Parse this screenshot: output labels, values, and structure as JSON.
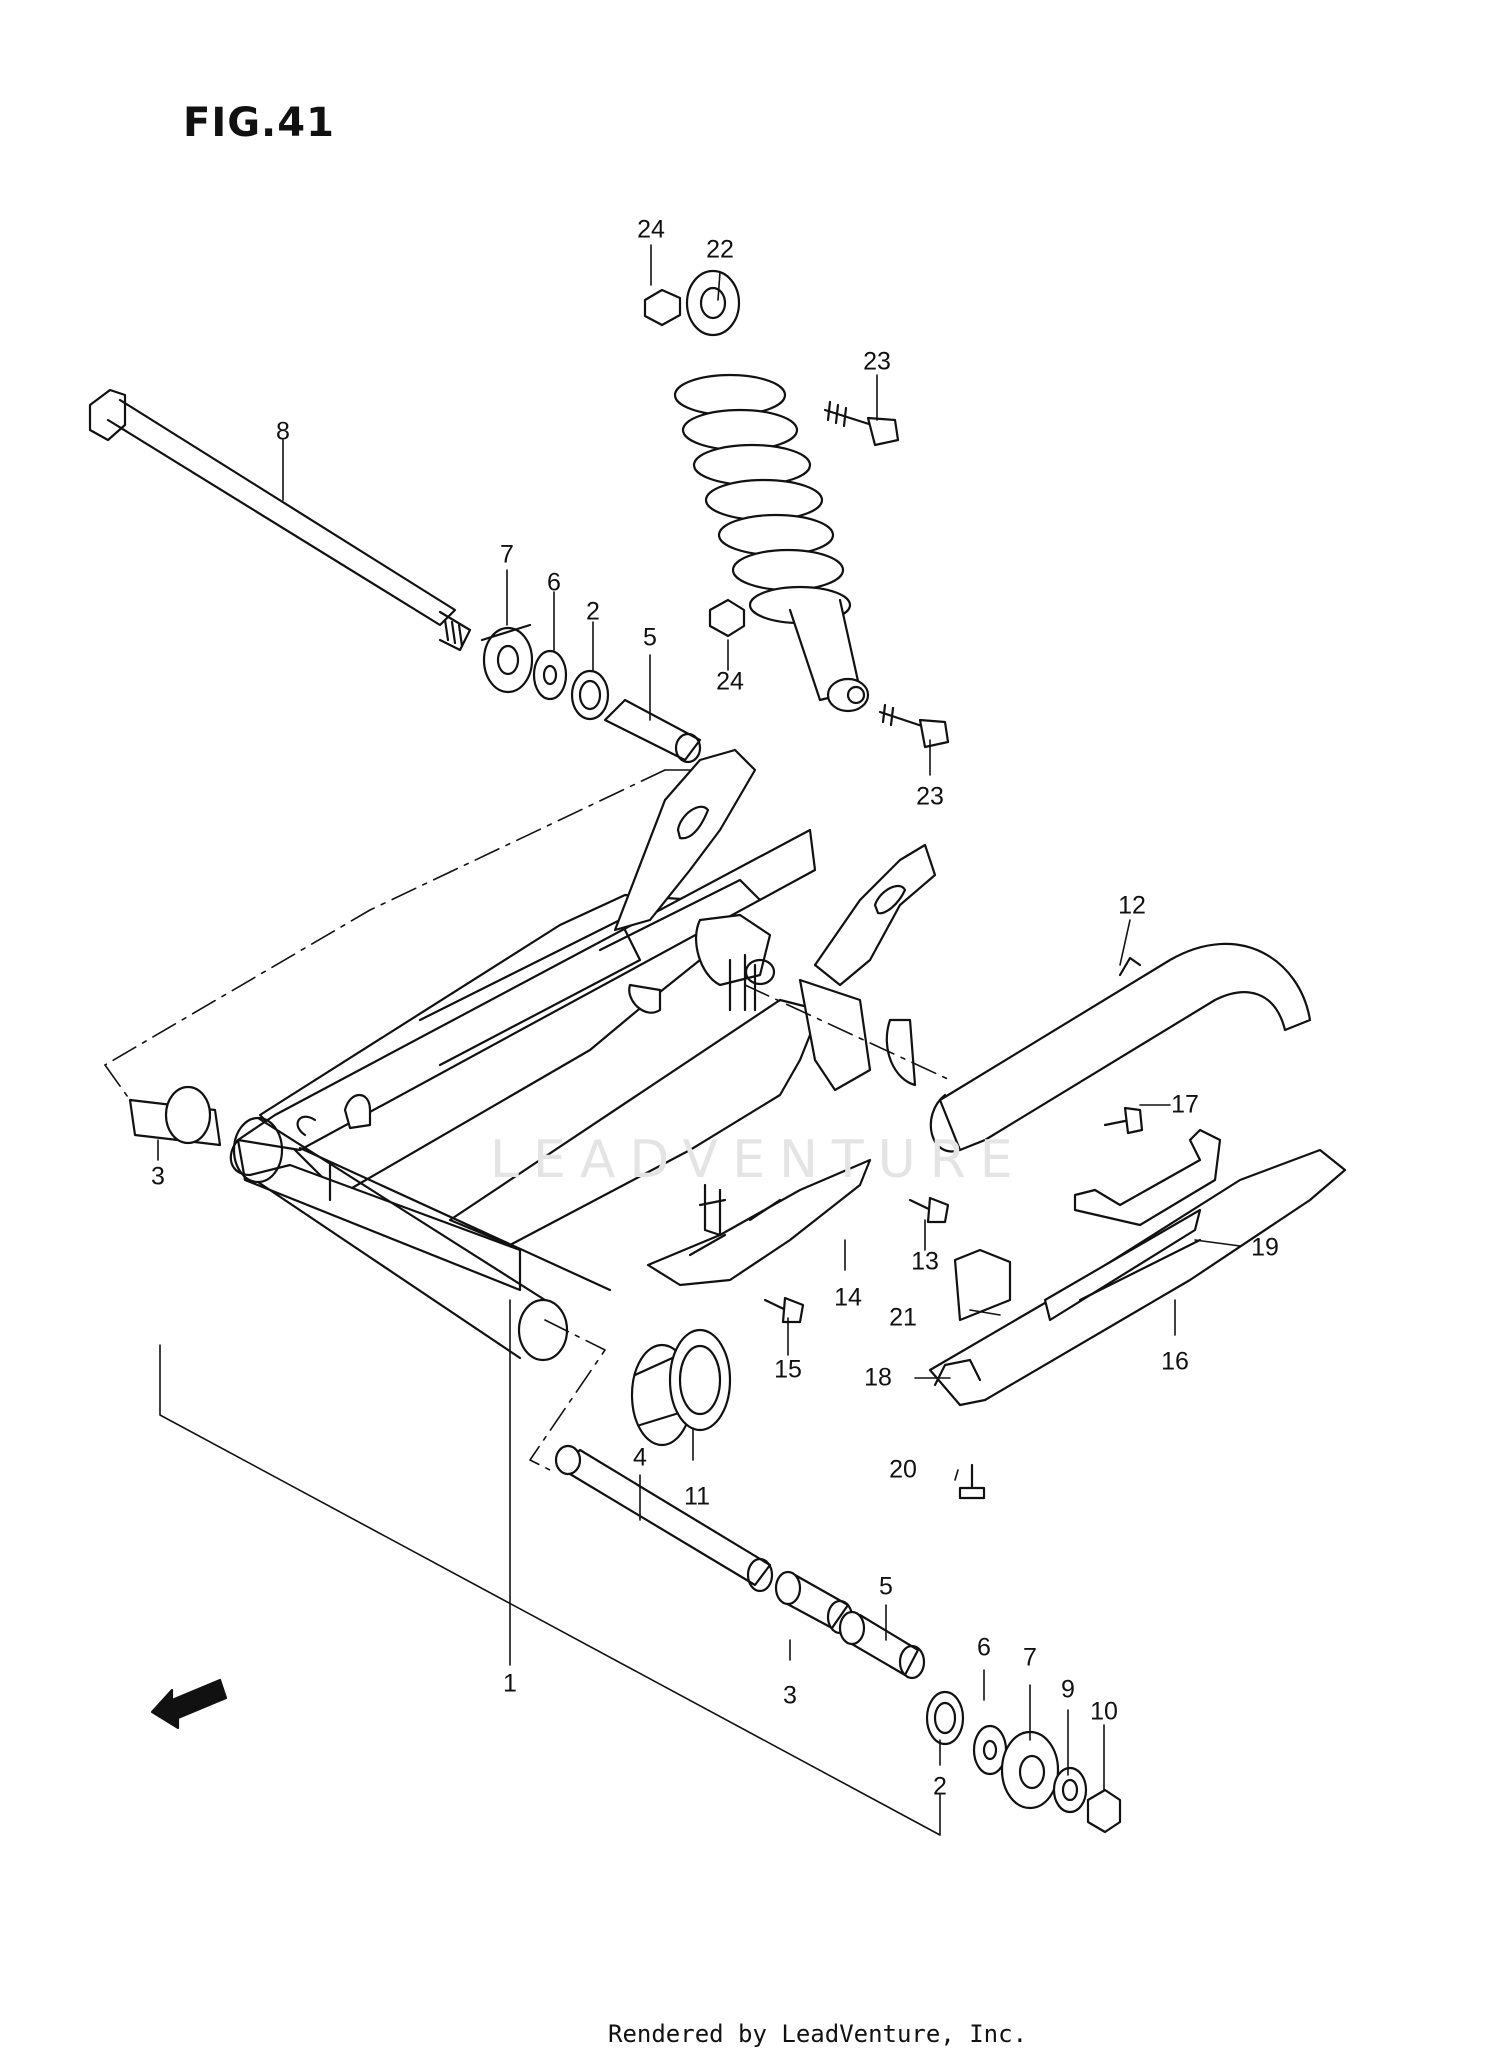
{
  "figure": {
    "title": "FIG.41"
  },
  "watermark": "LEADVENTURE",
  "footer": "Rendered by LeadVenture, Inc.",
  "fwd_arrow": {
    "label": "FWD",
    "icon": "forward-arrow-icon"
  },
  "callouts": {
    "c24a": "24",
    "c22": "22",
    "c23a": "23",
    "c8": "8",
    "c7a": "7",
    "c6a": "6",
    "c2a": "2",
    "c5a": "5",
    "c24b": "24",
    "c23b": "23",
    "c12": "12",
    "c17": "17",
    "c3a": "3",
    "c13": "13",
    "c19": "19",
    "c14": "14",
    "c21": "21",
    "c16": "16",
    "c15": "15",
    "c18": "18",
    "c11": "11",
    "c20": "20",
    "c4": "4",
    "c5b": "5",
    "c6b": "6",
    "c7b": "7",
    "c9": "9",
    "c10": "10",
    "c1": "1",
    "c3b": "3",
    "c2b": "2"
  }
}
